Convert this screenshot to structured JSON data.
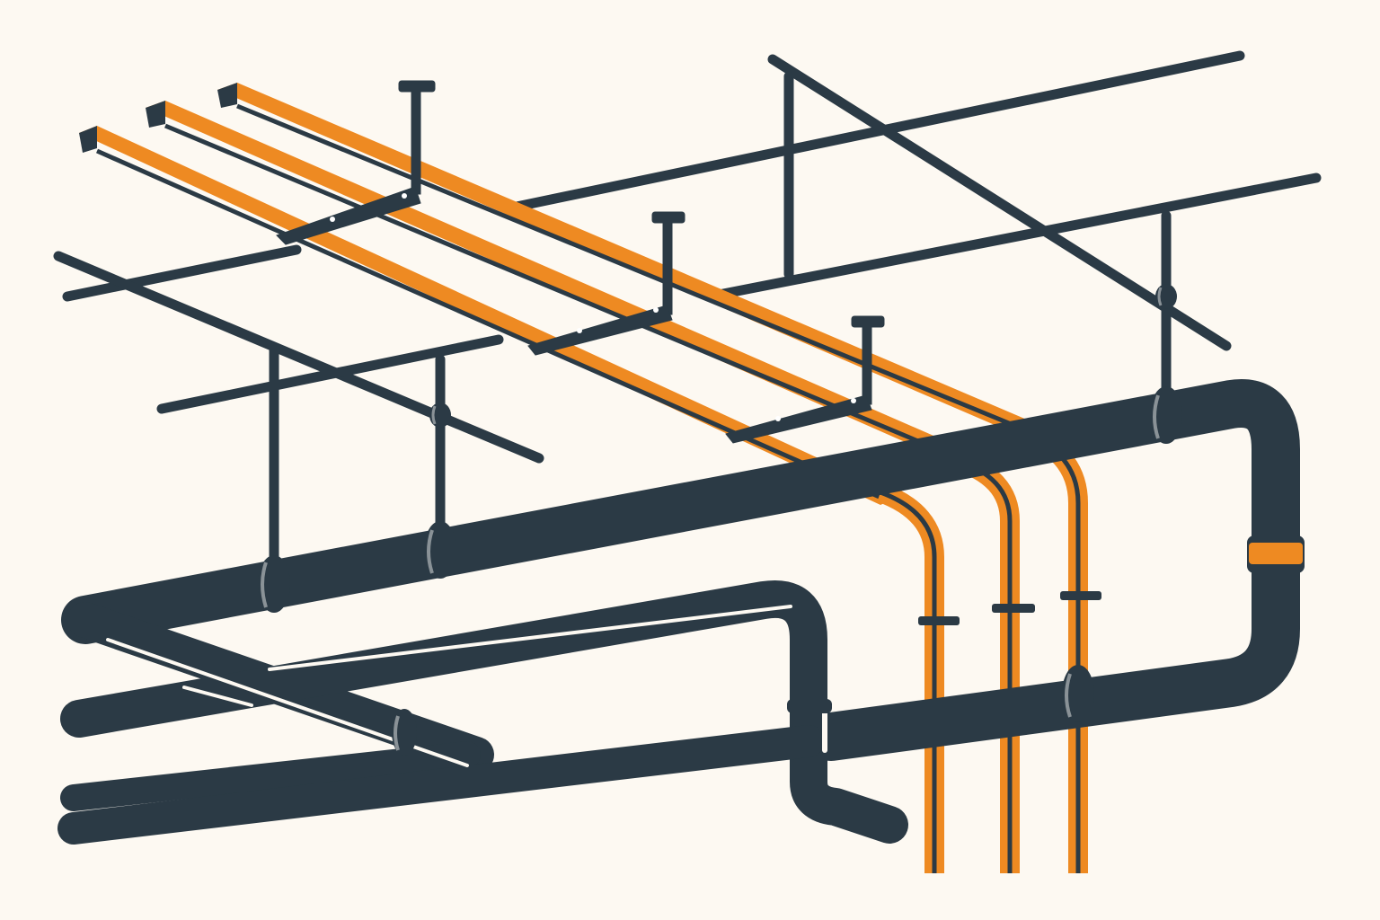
{
  "scene": {
    "description_visible_text": "",
    "palette": {
      "background": "#FDF9F2",
      "pipe": "#2B3A45",
      "conduit": "#EE8A22",
      "coupling_highlight": "#8A9297",
      "bracket_hole": "#FFFFFF"
    },
    "elements": {
      "ceiling_rods": "ceiling-support-rods",
      "hanger_brackets": "trapeze-hanger-brackets",
      "cable_trays": "orange-cable-trays",
      "conduits": "vertical-orange-conduits",
      "main_pipes": "dark-main-pipes",
      "pipe_couplings": "pipe-couplings",
      "orange_band": "orange-pipe-band"
    }
  }
}
